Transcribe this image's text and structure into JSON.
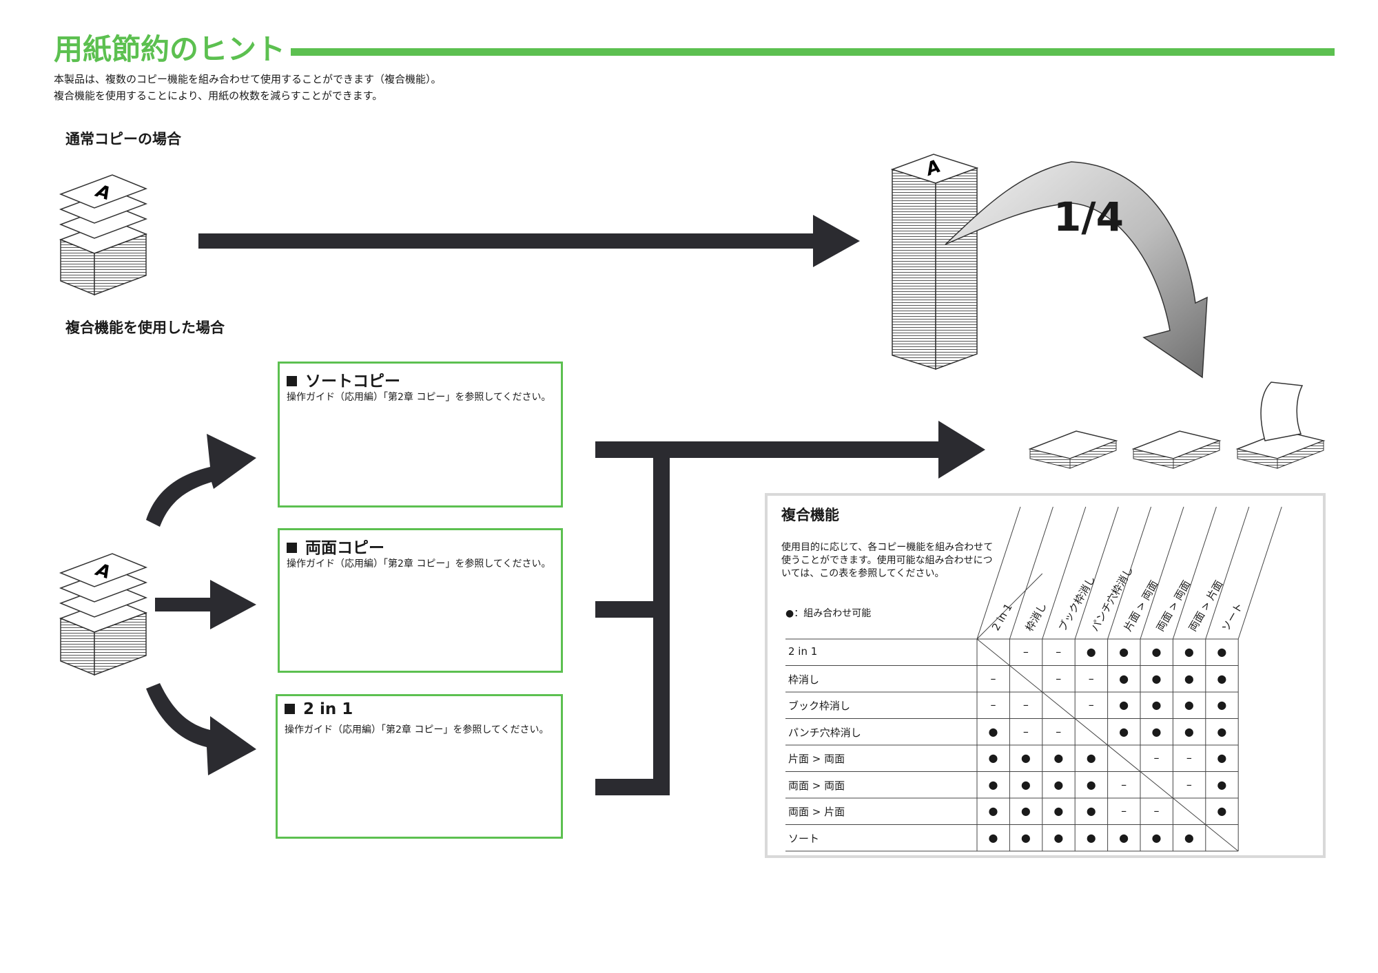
{
  "title": "用紙節約のヒント",
  "intro": [
    "本製品は、複数のコピー機能を組み合わせて使用することができます（複合機能）。",
    "複合機能を使用することにより、用紙の枚数を減らすことができます。"
  ],
  "normal_heading": "通常コピーの場合",
  "combined_heading": "複合機能を使用した場合",
  "fraction_label": "1/4",
  "boxes": [
    {
      "title": "ソートコピー",
      "subtitle": "操作ガイド（応用編）「第2章 コピー」を参照してください。"
    },
    {
      "title": "両面コピー",
      "subtitle": "操作ガイド（応用編）「第2章 コピー」を参照してください。"
    },
    {
      "title": "2 in 1",
      "subtitle": "操作ガイド（応用編）「第2章 コピー」を参照してください。"
    }
  ],
  "table": {
    "title": "複合機能",
    "description": "使用目的に応じて、各コピー機能を組み合わせて使うことができます。使用可能な組み合わせについては、この表を参照してください。",
    "legend": "●：組み合わせ可能",
    "columns": [
      "2 in 1",
      "枠消し",
      "ブック枠消し",
      "パンチ穴枠消し",
      "片面 > 両面",
      "両面 > 両面",
      "両面 > 片面",
      "ソート"
    ],
    "rows": [
      {
        "label": "2 in 1",
        "cells": [
          "",
          "–",
          "–",
          "●",
          "●",
          "●",
          "●",
          "●"
        ]
      },
      {
        "label": "枠消し",
        "cells": [
          "–",
          "",
          "–",
          "–",
          "●",
          "●",
          "●",
          "●"
        ]
      },
      {
        "label": "ブック枠消し",
        "cells": [
          "–",
          "–",
          "",
          "–",
          "●",
          "●",
          "●",
          "●"
        ]
      },
      {
        "label": "パンチ穴枠消し",
        "cells": [
          "●",
          "–",
          "–",
          "",
          "●",
          "●",
          "●",
          "●"
        ]
      },
      {
        "label": "片面 > 両面",
        "cells": [
          "●",
          "●",
          "●",
          "●",
          "",
          "–",
          "–",
          "●"
        ]
      },
      {
        "label": "両面 > 両面",
        "cells": [
          "●",
          "●",
          "●",
          "●",
          "–",
          "",
          "–",
          "●"
        ]
      },
      {
        "label": "両面 > 片面",
        "cells": [
          "●",
          "●",
          "●",
          "●",
          "–",
          "–",
          "",
          "●"
        ]
      },
      {
        "label": "ソート",
        "cells": [
          "●",
          "●",
          "●",
          "●",
          "●",
          "●",
          "●",
          ""
        ]
      }
    ]
  }
}
